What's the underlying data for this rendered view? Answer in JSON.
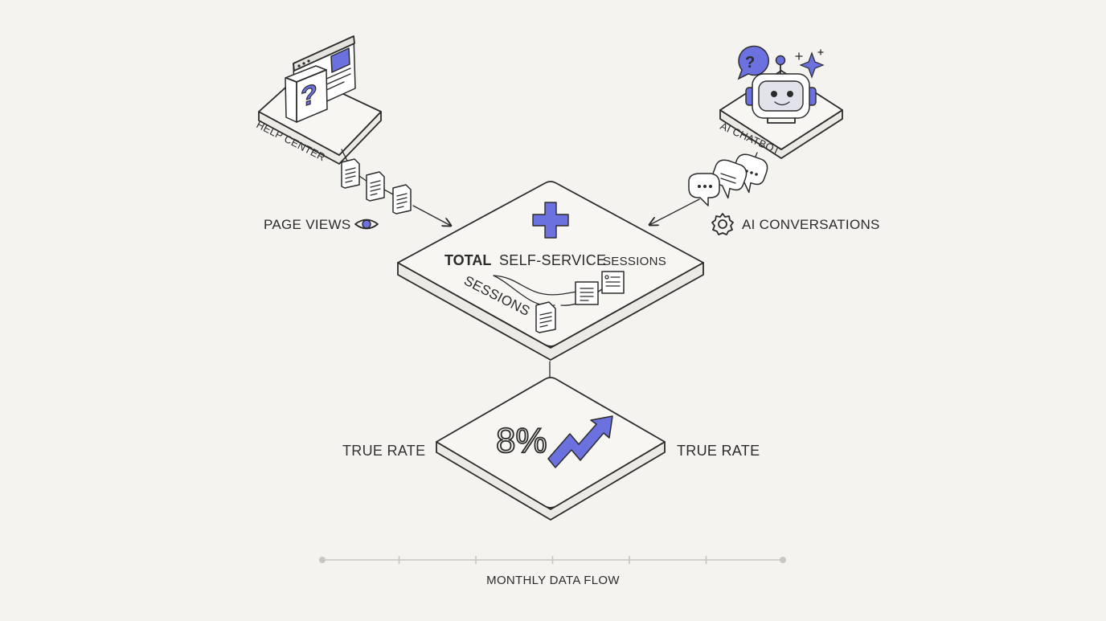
{
  "colors": {
    "background": "#f4f3ef",
    "ink": "#2b2b2b",
    "accent": "#6b72e0",
    "timeline": "#c9c6c0"
  },
  "sources": {
    "help_center": {
      "label": "HELP CENTER",
      "icon": "help-book-icon",
      "metric_label": "PAGE VIEWS",
      "metric_icon": "eye-icon"
    },
    "ai_chatbot": {
      "label": "AI CHATBOT",
      "icon": "robot-icon",
      "metric_label": "AI CONVERSATIONS",
      "metric_icon": "gear-icon"
    }
  },
  "total_platform": {
    "icon": "plus-icon",
    "title_bold": "TOTAL",
    "title_rest": "SELF-SERVICE",
    "title_suffix": "SESSIONS",
    "sub_label": "SESSIONS"
  },
  "rate_platform": {
    "value": "8%",
    "icon": "trend-up-arrow-icon",
    "label_left": "TRUE RATE",
    "label_right": "TRUE RATE"
  },
  "timeline": {
    "label": "MONTHLY DATA FLOW",
    "tick_count": 7
  }
}
